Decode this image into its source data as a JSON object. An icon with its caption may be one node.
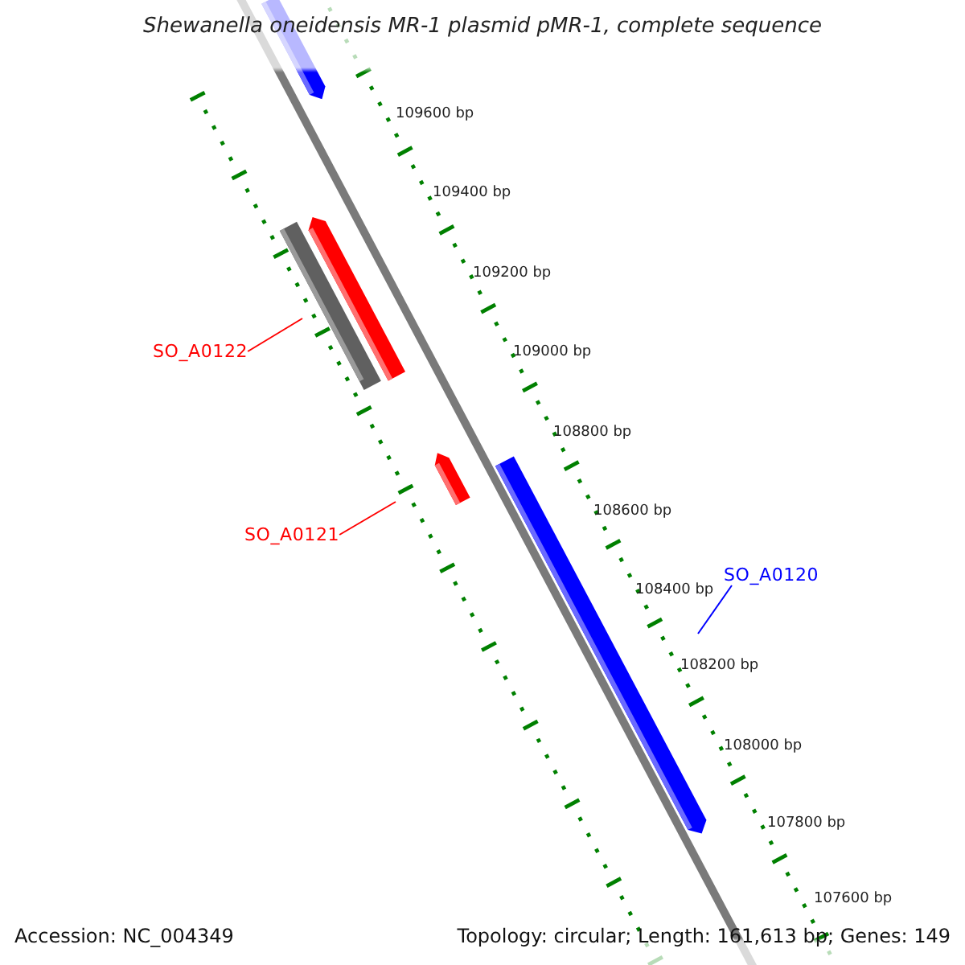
{
  "diagram": {
    "title": "Shewanella oneidensis MR-1 plasmid pMR-1, complete sequence",
    "nodes": [
      {
        "text": [
          "SO_A0122"
        ]
      },
      {
        "text": [
          "SO_A0121"
        ]
      },
      {
        "text": [
          "SO_A0120"
        ]
      }
    ],
    "edges": [
      {
        "from": 0,
        "to": null,
        "arrow": "none",
        "color": "#ff0000"
      },
      {
        "from": 1,
        "to": null,
        "arrow": "none",
        "color": "#ff0000"
      },
      {
        "from": 2,
        "to": null,
        "arrow": "none",
        "color": "#0000ff"
      }
    ],
    "labels": [
      "109600 bp",
      "109400 bp",
      "109200 bp",
      "109000 bp",
      "108800 bp",
      "108600 bp",
      "108400 bp",
      "108200 bp",
      "108000 bp",
      "107800 bp",
      "107600 bp",
      "Accession: NC_004349",
      "Topology: circular; Length: 161,613 bp; Genes: 149"
    ]
  }
}
